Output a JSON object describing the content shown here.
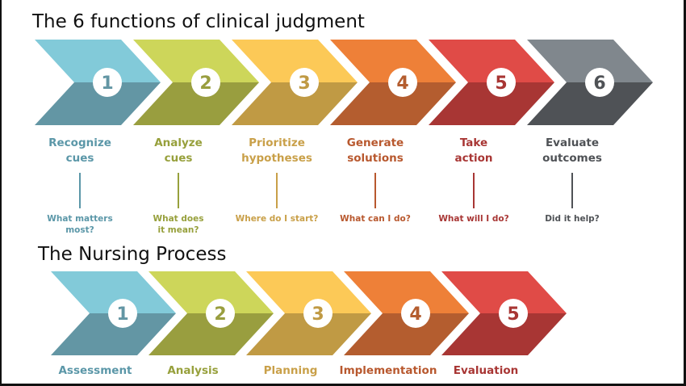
{
  "clinical_judgment": {
    "title": "The 6 functions of clinical judgment",
    "steps": [
      {
        "number": "1",
        "label": "Recognize\ncues",
        "question": "What matters\nmost?",
        "color_top": "#82CAD9",
        "color_bottom": "#6396A4",
        "text_color": "#5B97A8"
      },
      {
        "number": "2",
        "label": "Analyze\ncues",
        "question": "What does\nit mean?",
        "color_top": "#CDD65A",
        "color_bottom": "#999E3F",
        "text_color": "#97A03C"
      },
      {
        "number": "3",
        "label": "Prioritize\nhypotheses",
        "question": "Where do I start?",
        "color_top": "#FCC957",
        "color_bottom": "#C09A44",
        "text_color": "#C9A049"
      },
      {
        "number": "4",
        "label": "Generate\nsolutions",
        "question": "What can I do?",
        "color_top": "#EE8038",
        "color_bottom": "#B45D2F",
        "text_color": "#B8582E"
      },
      {
        "number": "5",
        "label": "Take\naction",
        "question": "What will I do?",
        "color_top": "#E04B47",
        "color_bottom": "#A83634",
        "text_color": "#A83634"
      },
      {
        "number": "6",
        "label": "Evaluate\noutcomes",
        "question": "Did it help?",
        "color_top": "#80878D",
        "color_bottom": "#4F5256",
        "text_color": "#4F5256"
      }
    ]
  },
  "nursing_process": {
    "title": "The Nursing Process",
    "steps": [
      {
        "number": "1",
        "label": "Assessment",
        "color_top": "#82CAD9",
        "color_bottom": "#6396A4",
        "text_color": "#5B97A8"
      },
      {
        "number": "2",
        "label": "Analysis",
        "color_top": "#CDD65A",
        "color_bottom": "#999E3F",
        "text_color": "#97A03C"
      },
      {
        "number": "3",
        "label": "Planning",
        "color_top": "#FCC957",
        "color_bottom": "#C09A44",
        "text_color": "#C9A049"
      },
      {
        "number": "4",
        "label": "Implementation",
        "color_top": "#EE8038",
        "color_bottom": "#B45D2F",
        "text_color": "#B8582E"
      },
      {
        "number": "5",
        "label": "Evaluation",
        "color_top": "#E04B47",
        "color_bottom": "#A83634",
        "text_color": "#A83634"
      }
    ]
  }
}
